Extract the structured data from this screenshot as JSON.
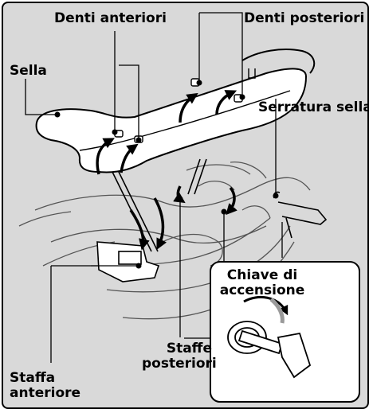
{
  "labels": {
    "denti_anteriori": "Denti anteriori",
    "denti_posteriori": "Denti posteriori",
    "sella": "Sella",
    "serratura_sella": "Serratura sella",
    "chiave_line1": "Chiave di",
    "chiave_line2": "accensione",
    "staffe_line1": "Staffe",
    "staffe_line2": "posteriori",
    "staffa_line1": "Staffa",
    "staffa_line2": "anteriore"
  },
  "colors": {
    "background": "#d9d9d9",
    "line": "#000000",
    "part_fill": "#ffffff",
    "shade": "#bdbdbd"
  }
}
